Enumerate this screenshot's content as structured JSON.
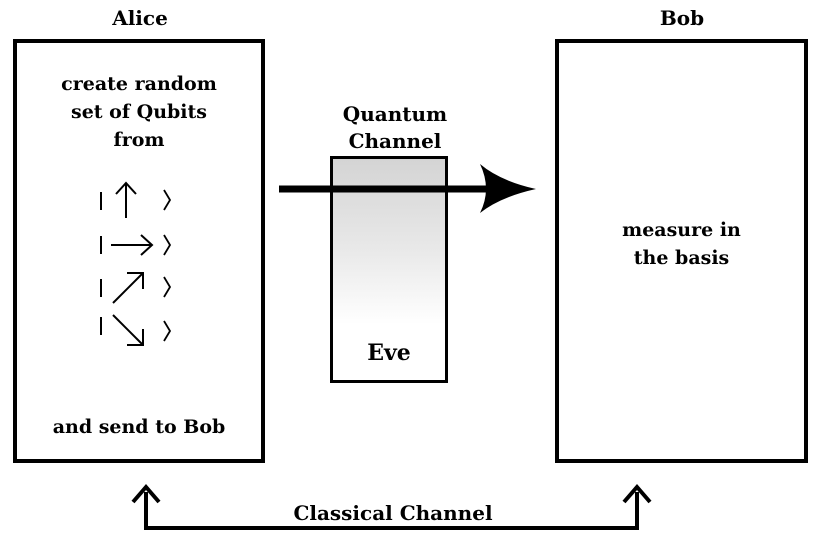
{
  "alice": {
    "title": "Alice",
    "line1": "create random",
    "line2": "set of Qubits",
    "line3": "from",
    "footer": "and send to Bob",
    "states": [
      {
        "icon": "ket-up-arrow-icon"
      },
      {
        "icon": "ket-right-arrow-icon"
      },
      {
        "icon": "ket-up-right-arrow-icon"
      },
      {
        "icon": "ket-down-right-arrow-icon"
      }
    ]
  },
  "bob": {
    "title": "Bob",
    "line1": "measure in",
    "line2": "the basis"
  },
  "quantum_channel": {
    "line1": "Quantum",
    "line2": "Channel"
  },
  "eve": {
    "label": "Eve"
  },
  "classical_channel": {
    "label": "Classical Channel"
  },
  "colors": {
    "stroke": "#000000",
    "channel_fill_top": "#d4d4d4",
    "channel_fill_bottom": "#ffffff"
  }
}
